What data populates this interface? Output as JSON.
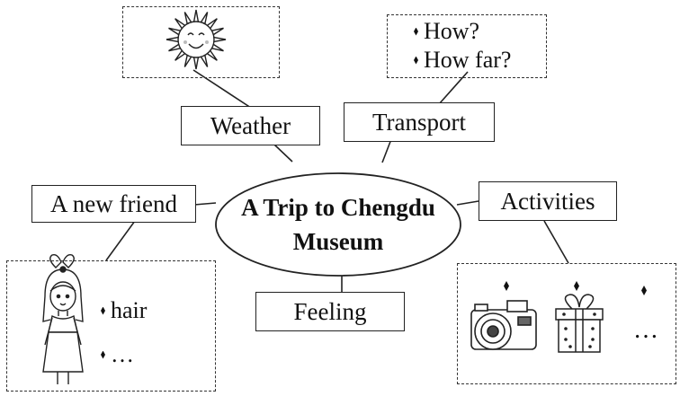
{
  "center": {
    "line1": "A Trip to Chengdu",
    "line2": "Museum"
  },
  "nodes": {
    "weather": "Weather",
    "transport": "Transport",
    "new_friend": "A new friend",
    "activities": "Activities",
    "feeling": "Feeling"
  },
  "transport_notes": [
    "How?",
    "How far?"
  ],
  "friend_notes": [
    "hair",
    "…"
  ],
  "activities_notes": {
    "more": "…"
  },
  "icons": {
    "weather": "sun-icon",
    "friend": "girl-icon",
    "activity_1": "camera-icon",
    "activity_2": "gift-box-icon"
  }
}
